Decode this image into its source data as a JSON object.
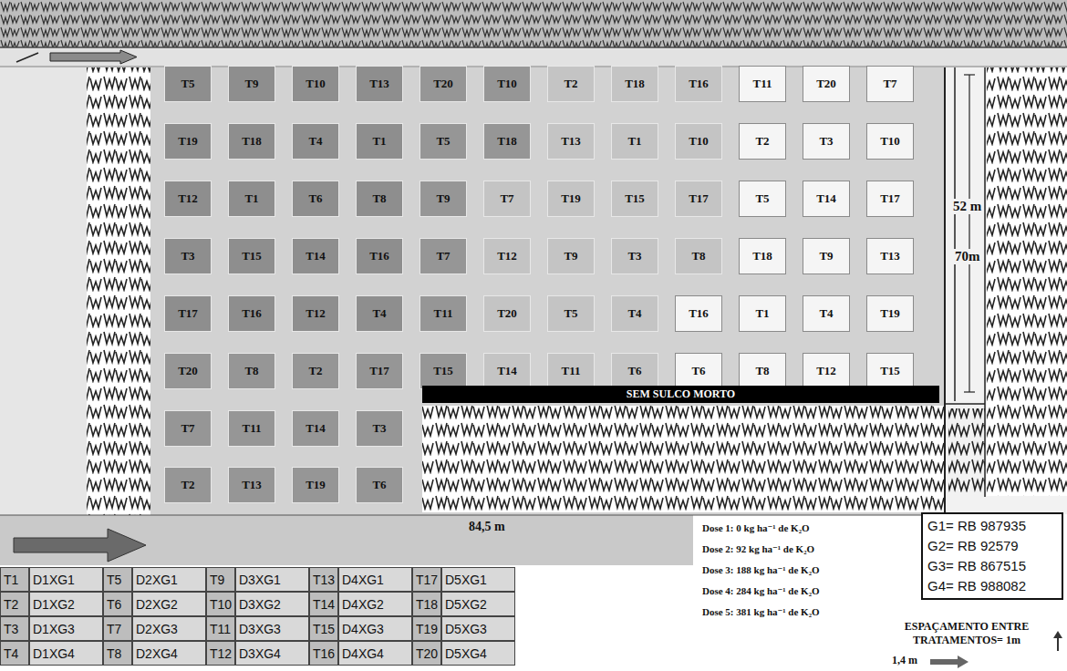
{
  "diagram": {
    "nodes": [
      {
        "text": [
          "T5"
        ]
      },
      {
        "text": [
          "T9"
        ]
      },
      {
        "text": [
          "T10"
        ]
      },
      {
        "text": [
          "T13"
        ]
      },
      {
        "text": [
          "T20"
        ]
      },
      {
        "text": [
          "T10"
        ]
      },
      {
        "text": [
          "T2"
        ]
      },
      {
        "text": [
          "T18"
        ]
      },
      {
        "text": [
          "T16"
        ]
      },
      {
        "text": [
          "T11"
        ]
      },
      {
        "text": [
          "T20"
        ]
      },
      {
        "text": [
          "T7"
        ]
      },
      {
        "text": [
          "T19"
        ]
      },
      {
        "text": [
          "T18"
        ]
      },
      {
        "text": [
          "T4"
        ]
      },
      {
        "text": [
          "T1"
        ]
      },
      {
        "text": [
          "T5"
        ]
      },
      {
        "text": [
          "T18"
        ]
      },
      {
        "text": [
          "T13"
        ]
      },
      {
        "text": [
          "T1"
        ]
      },
      {
        "text": [
          "T10"
        ]
      },
      {
        "text": [
          "T2"
        ]
      },
      {
        "text": [
          "T3"
        ]
      },
      {
        "text": [
          "T10"
        ]
      },
      {
        "text": [
          "T12"
        ]
      },
      {
        "text": [
          "T1"
        ]
      },
      {
        "text": [
          "T6"
        ]
      },
      {
        "text": [
          "T8"
        ]
      },
      {
        "text": [
          "T9"
        ]
      },
      {
        "text": [
          "T7"
        ]
      },
      {
        "text": [
          "T19"
        ]
      },
      {
        "text": [
          "T15"
        ]
      },
      {
        "text": [
          "T17"
        ]
      },
      {
        "text": [
          "T5"
        ]
      },
      {
        "text": [
          "T14"
        ]
      },
      {
        "text": [
          "T17"
        ]
      },
      {
        "text": [
          "T3"
        ]
      },
      {
        "text": [
          "T15"
        ]
      },
      {
        "text": [
          "T14"
        ]
      },
      {
        "text": [
          "T16"
        ]
      },
      {
        "text": [
          "T7"
        ]
      },
      {
        "text": [
          "T12"
        ]
      },
      {
        "text": [
          "T9"
        ]
      },
      {
        "text": [
          "T3"
        ]
      },
      {
        "text": [
          "T8"
        ]
      },
      {
        "text": [
          "T18"
        ]
      },
      {
        "text": [
          "T9"
        ]
      },
      {
        "text": [
          "T13"
        ]
      },
      {
        "text": [
          "T17"
        ]
      },
      {
        "text": [
          "T16"
        ]
      },
      {
        "text": [
          "T12"
        ]
      },
      {
        "text": [
          "T4"
        ]
      },
      {
        "text": [
          "T11"
        ]
      },
      {
        "text": [
          "T20"
        ]
      },
      {
        "text": [
          "T5"
        ]
      },
      {
        "text": [
          "T4"
        ]
      },
      {
        "text": [
          "T16"
        ]
      },
      {
        "text": [
          "T1"
        ]
      },
      {
        "text": [
          "T4"
        ]
      },
      {
        "text": [
          "T19"
        ]
      },
      {
        "text": [
          "T20"
        ]
      },
      {
        "text": [
          "T8"
        ]
      },
      {
        "text": [
          "T2"
        ]
      },
      {
        "text": [
          "T17"
        ]
      },
      {
        "text": [
          "T15"
        ]
      },
      {
        "text": [
          "T14"
        ]
      },
      {
        "text": [
          "T11"
        ]
      },
      {
        "text": [
          "T6"
        ]
      },
      {
        "text": [
          "T6"
        ]
      },
      {
        "text": [
          "T8"
        ]
      },
      {
        "text": [
          "T12"
        ]
      },
      {
        "text": [
          "T15"
        ]
      },
      {
        "text": [
          "SEM SULCO MORTO"
        ]
      },
      {
        "text": [
          "T7"
        ]
      },
      {
        "text": [
          "T11"
        ]
      },
      {
        "text": [
          "T14"
        ]
      },
      {
        "text": [
          "T3"
        ]
      },
      {
        "text": [
          "T2"
        ]
      },
      {
        "text": [
          "T13"
        ]
      },
      {
        "text": [
          "T19"
        ]
      },
      {
        "text": [
          "T6"
        ]
      },
      {
        "text": [
          "G1= RB 987935",
          "G2= RB 92579",
          "G3= RB 867515",
          "G4= RB 988082"
        ]
      }
    ],
    "labels": [
      "52 m",
      "70m",
      "84,5 m",
      "Dose 1: 0 kg ha⁻¹ de K₂O",
      "Dose 2: 92 kg ha⁻¹ de K₂O",
      "Dose 3: 188 kg ha⁻¹ de K₂O",
      "Dose 4: 284 kg ha⁻¹ de K₂O",
      "Dose 5: 381 kg ha⁻¹ de K₂O",
      "T1",
      "D1XG1",
      "T5",
      "D2XG1",
      "T9",
      "D3XG1",
      "T13",
      "D4XG1",
      "T17",
      "D5XG1",
      "T2",
      "D1XG2",
      "T6",
      "D2XG2",
      "T10",
      "D3XG2",
      "T14",
      "D4XG2",
      "T18",
      "D5XG2",
      "T3",
      "D1XG3",
      "T7",
      "D2XG3",
      "T11",
      "D3XG3",
      "T15",
      "D4XG3",
      "T19",
      "D5XG3",
      "T4",
      "D1XG4",
      "T8",
      "D2XG4",
      "T12",
      "D3XG4",
      "T16",
      "D4XG4",
      "T20",
      "D5XG4",
      "ESPAÇAMENTO ENTRE TRATAMENTOS= 1m",
      "1,4 m"
    ]
  }
}
